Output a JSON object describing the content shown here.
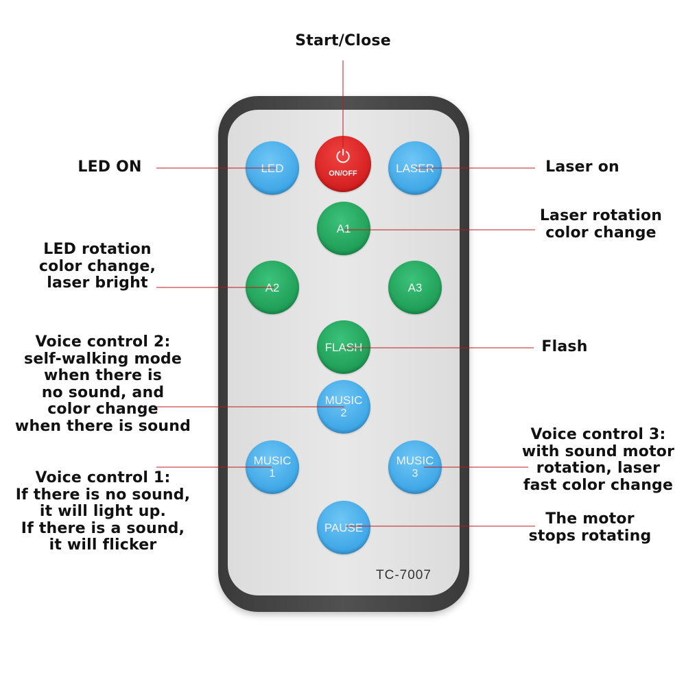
{
  "labels": {
    "start_close": [
      "Start/Close"
    ],
    "led_on": [
      "LED ON"
    ],
    "laser_on": [
      "Laser on"
    ],
    "laser_rotation": [
      "Laser rotation",
      "color change"
    ],
    "led_rotation": [
      "LED rotation",
      "color change,",
      "laser bright"
    ],
    "flash": [
      "Flash"
    ],
    "voice2": [
      "Voice control 2:",
      "self-walking mode",
      "when there is",
      "no sound, and",
      "color change",
      "when there is sound"
    ],
    "voice3": [
      "Voice control 3:",
      "with sound motor",
      "rotation, laser",
      "fast color change"
    ],
    "voice1": [
      "Voice control 1:",
      "If there is no sound,",
      "it will light up.",
      "If there is a sound,",
      "it will flicker"
    ],
    "motor_stop": [
      "The motor",
      "stops rotating"
    ]
  },
  "buttons": {
    "led": [
      "LED"
    ],
    "onoff": [
      "⏻",
      "ON/OFF"
    ],
    "laser": [
      "LASER"
    ],
    "a1": [
      "A1"
    ],
    "a2": [
      "A2"
    ],
    "a3": [
      "A3"
    ],
    "flash": [
      "FLASH"
    ],
    "music2": [
      "MUSIC",
      "2"
    ],
    "music1": [
      "MUSIC",
      "1"
    ],
    "music3": [
      "MUSIC",
      "3"
    ],
    "pause": [
      "PAUSE"
    ]
  },
  "model": "TC-7007",
  "colors": {
    "line": "#c21818",
    "button_blue": "#3ea6e6",
    "button_green": "#1f9d56",
    "button_red": "#d41f1f",
    "remote_body": "#4a4a4a",
    "remote_face": "#e2e2e2"
  }
}
